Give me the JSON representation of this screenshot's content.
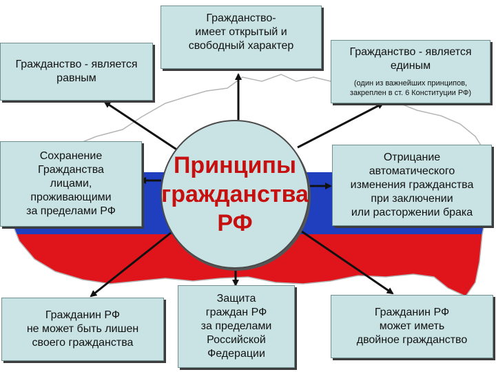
{
  "center": {
    "title": "Принципы\nгражданства\nРФ"
  },
  "boxes": {
    "equal": "Гражданство - является\nравным",
    "open": "Гражданство-\nимеет открытый и\nсвободный характер",
    "unified": "Гражданство - является\nединым",
    "unified_note": "(один из важнейших принципов,\nзакреплен в ст. 6 Конституции РФ)",
    "preserve": "Сохранение\nГражданства\nлицами,\nпроживающими\nза пределами РФ",
    "denial": "Отрицание\nавтоматического\nизменения гражданства\nпри заключении\nили расторжении брака",
    "cannot_lose": "Гражданин РФ\nне может быть лишен\nсвоего гражданства",
    "protection": "Защита\nграждан РФ\nза пределами\nРоссийской\nФедерации",
    "dual": "Гражданин РФ\nможет иметь\nдвойное гражданство"
  },
  "colors": {
    "flag_white": "#ffffff",
    "flag_blue": "#1f3fbf",
    "flag_red": "#e0141b",
    "box_fill": "#c9e3e4",
    "title_red": "#c60f0f"
  }
}
